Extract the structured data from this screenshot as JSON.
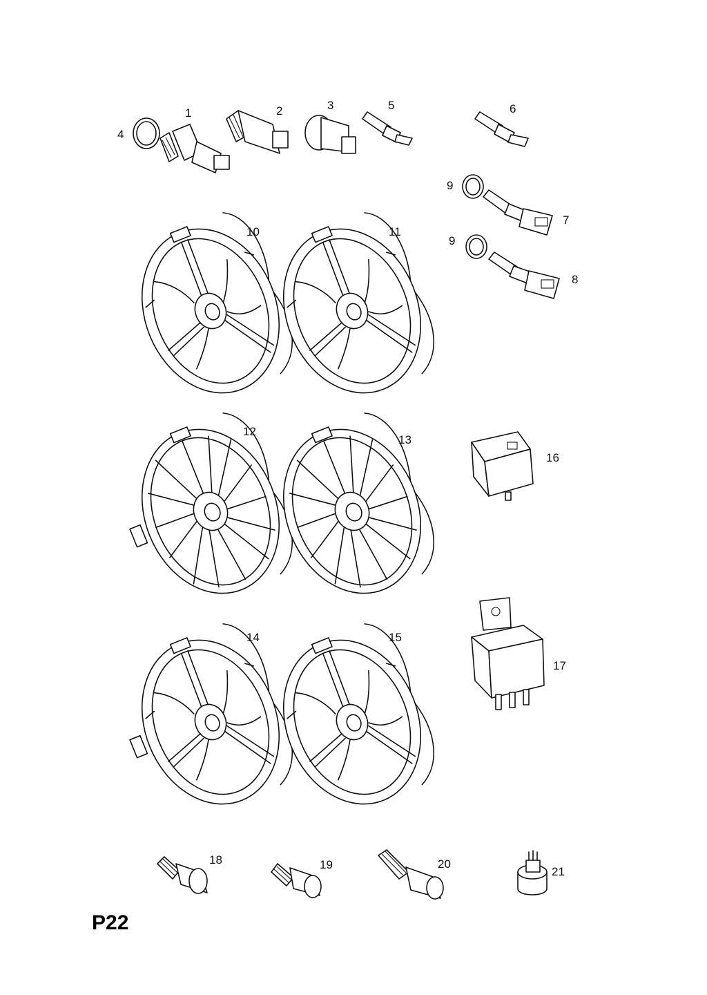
{
  "page_code": "P22",
  "callouts": {
    "c1": "1",
    "c2": "2",
    "c3": "3",
    "c4": "4",
    "c5": "5",
    "c6": "6",
    "c7": "7",
    "c8": "8",
    "c9a": "9",
    "c9b": "9",
    "c10": "10",
    "c11": "11",
    "c12": "12",
    "c13": "13",
    "c14": "14",
    "c15": "15",
    "c16": "16",
    "c17": "17",
    "c18": "18",
    "c19": "19",
    "c20": "20",
    "c21": "21"
  }
}
